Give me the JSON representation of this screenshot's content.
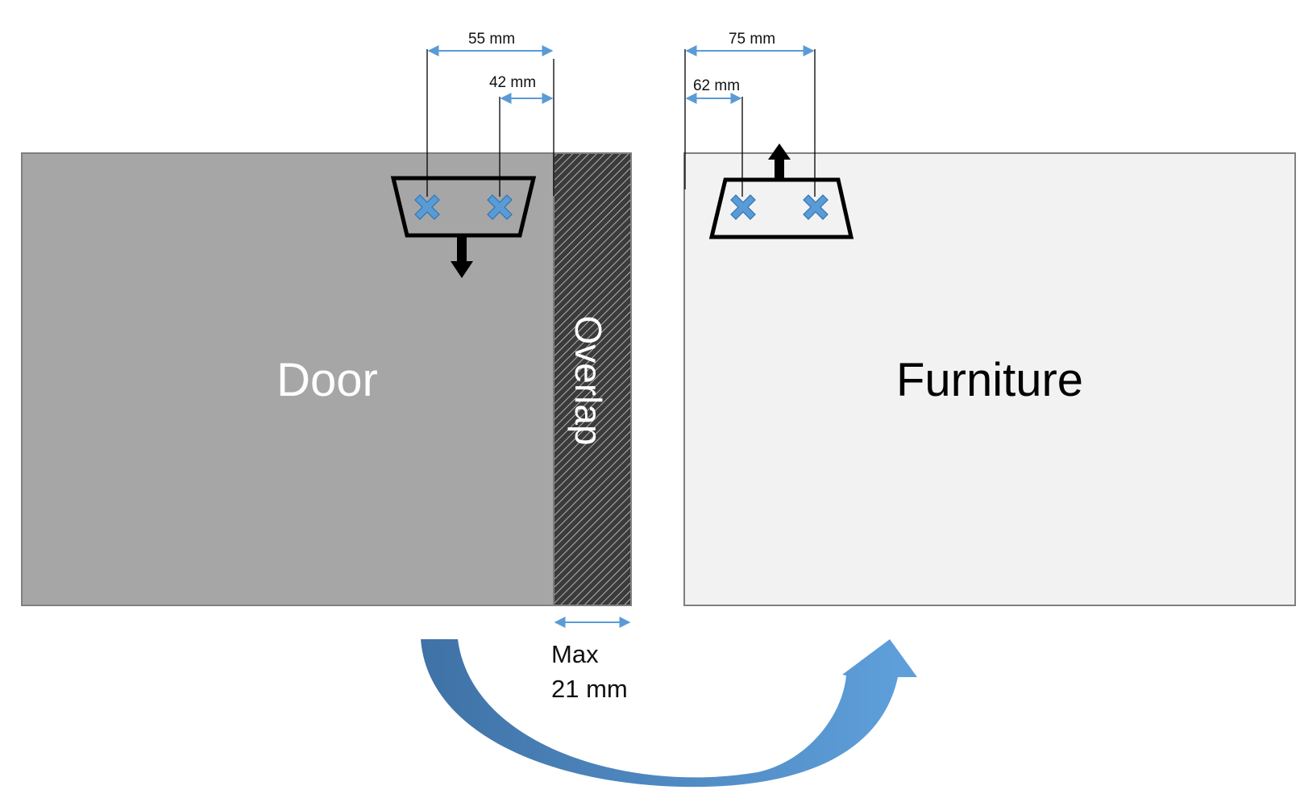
{
  "door": {
    "label": "Door",
    "overlap_label": "Overlap",
    "dim_outer": "55 mm",
    "dim_inner": "42 mm"
  },
  "furniture": {
    "label": "Furniture",
    "dim_outer": "75 mm",
    "dim_inner": "62 mm"
  },
  "overlap_limit": {
    "line1": "Max",
    "line2": "21 mm"
  },
  "colors": {
    "door_fill": "#a6a6a6",
    "furniture_fill": "#f2f2f2",
    "dimension_arrow": "#5b9bd5",
    "screw_marker": "#5b9bd5",
    "curved_arrow_dark": "#3f72a6",
    "curved_arrow_light": "#5fa0dc"
  },
  "icons": {
    "screw": "x-marker-icon",
    "direction_down": "arrow-down-icon",
    "direction_up": "arrow-up-icon",
    "transition": "curved-arrow-icon"
  }
}
